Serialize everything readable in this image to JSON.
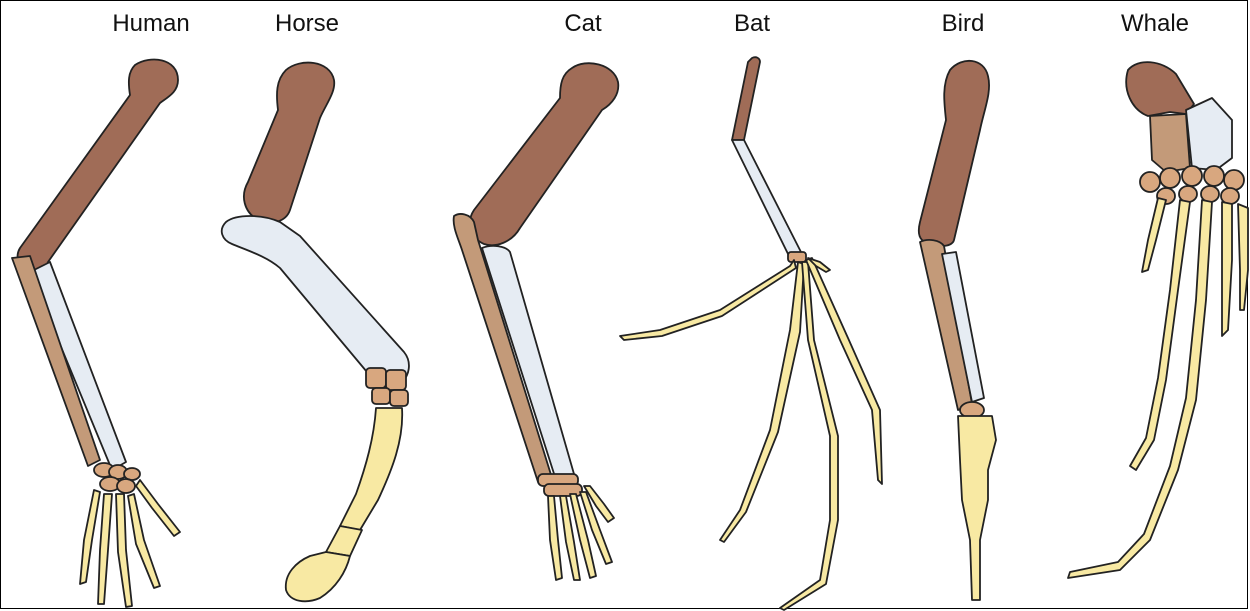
{
  "labels": {
    "human": "Human",
    "horse": "Horse",
    "cat": "Cat",
    "bat": "Bat",
    "bird": "Bird",
    "whale": "Whale"
  },
  "colors": {
    "humerus": "#a06c57",
    "ulna": "#c39a79",
    "radius": "#e6ecf3",
    "carpals": "#d8a77f",
    "phalanges": "#f8e9a3",
    "outline": "#222222",
    "background": "#ffffff"
  }
}
